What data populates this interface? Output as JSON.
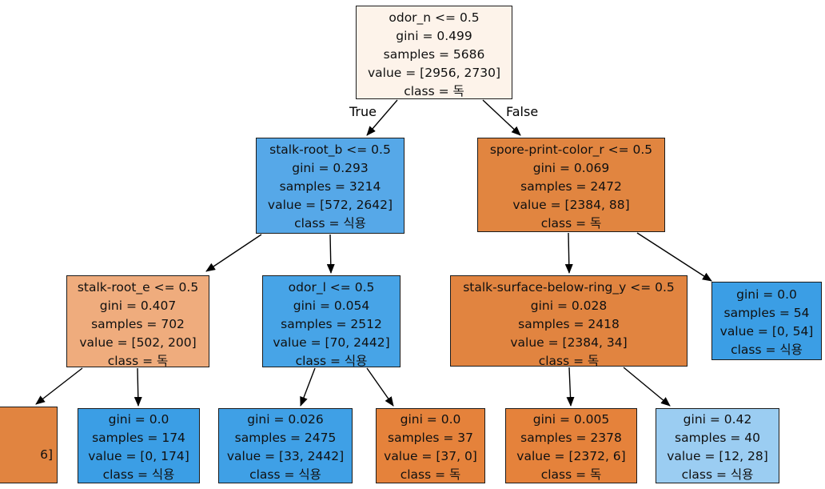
{
  "figure": {
    "kind": "decision-tree-plot",
    "background": "#ffffff"
  },
  "edge_labels": {
    "true": "True",
    "false": "False"
  },
  "colors": {
    "poisonous_pure": "#e5813a",
    "edible_pure": "#399de5",
    "node_border": "#1b1b1b",
    "arrow": "#000000"
  },
  "nodes": {
    "root": {
      "condition": "odor_n <= 0.5",
      "gini": "gini = 0.499",
      "samples": "samples = 5686",
      "value": "value = [2956, 2730]",
      "class": "class = 독",
      "fill": "#fdf3ea"
    },
    "l": {
      "condition": "stalk-root_b <= 0.5",
      "gini": "gini = 0.293",
      "samples": "samples = 3214",
      "value": "value = [572, 2642]",
      "class": "class = 식용",
      "fill": "#56a8e8"
    },
    "r": {
      "condition": "spore-print-color_r <= 0.5",
      "gini": "gini = 0.069",
      "samples": "samples = 2472",
      "value": "value = [2384, 88]",
      "class": "class = 독",
      "fill": "#e18540"
    },
    "ll": {
      "condition": "stalk-root_e <= 0.5",
      "gini": "gini = 0.407",
      "samples": "samples = 702",
      "value": "value = [502, 200]",
      "class": "class = 독",
      "fill": "#efac7d"
    },
    "lr": {
      "condition": "odor_l <= 0.5",
      "gini": "gini = 0.054",
      "samples": "samples = 2512",
      "value": "value = [70, 2442]",
      "class": "class = 식용",
      "fill": "#47a4e7"
    },
    "rl": {
      "condition": "stalk-surface-below-ring_y <= 0.5",
      "gini": "gini = 0.028",
      "samples": "samples = 2418",
      "value": "value = [2384, 34]",
      "class": "class = 독",
      "fill": "#e18440"
    },
    "rr": {
      "gini": "gini = 0.0",
      "samples": "samples = 54",
      "value": "value = [0, 54]",
      "class": "class = 식용",
      "fill": "#3b9ee5"
    },
    "lll": {
      "visible_fragment": "6]",
      "fill": "#e18440"
    },
    "llr": {
      "gini": "gini = 0.0",
      "samples": "samples = 174",
      "value": "value = [0, 174]",
      "class": "class = 식용",
      "fill": "#3b9ee5"
    },
    "lrl": {
      "gini": "gini = 0.026",
      "samples": "samples = 2475",
      "value": "value = [33, 2442]",
      "class": "class = 식용",
      "fill": "#3fa0e6"
    },
    "lrr": {
      "gini": "gini = 0.0",
      "samples": "samples = 37",
      "value": "value = [37, 0]",
      "class": "class = 독",
      "fill": "#e5823b"
    },
    "rll": {
      "gini": "gini = 0.005",
      "samples": "samples = 2378",
      "value": "value = [2372, 6]",
      "class": "class = 독",
      "fill": "#e5823b"
    },
    "rlr": {
      "gini": "gini = 0.42",
      "samples": "samples = 40",
      "value": "value = [12, 28]",
      "class": "class = 식용",
      "fill": "#9bcdf2"
    }
  }
}
